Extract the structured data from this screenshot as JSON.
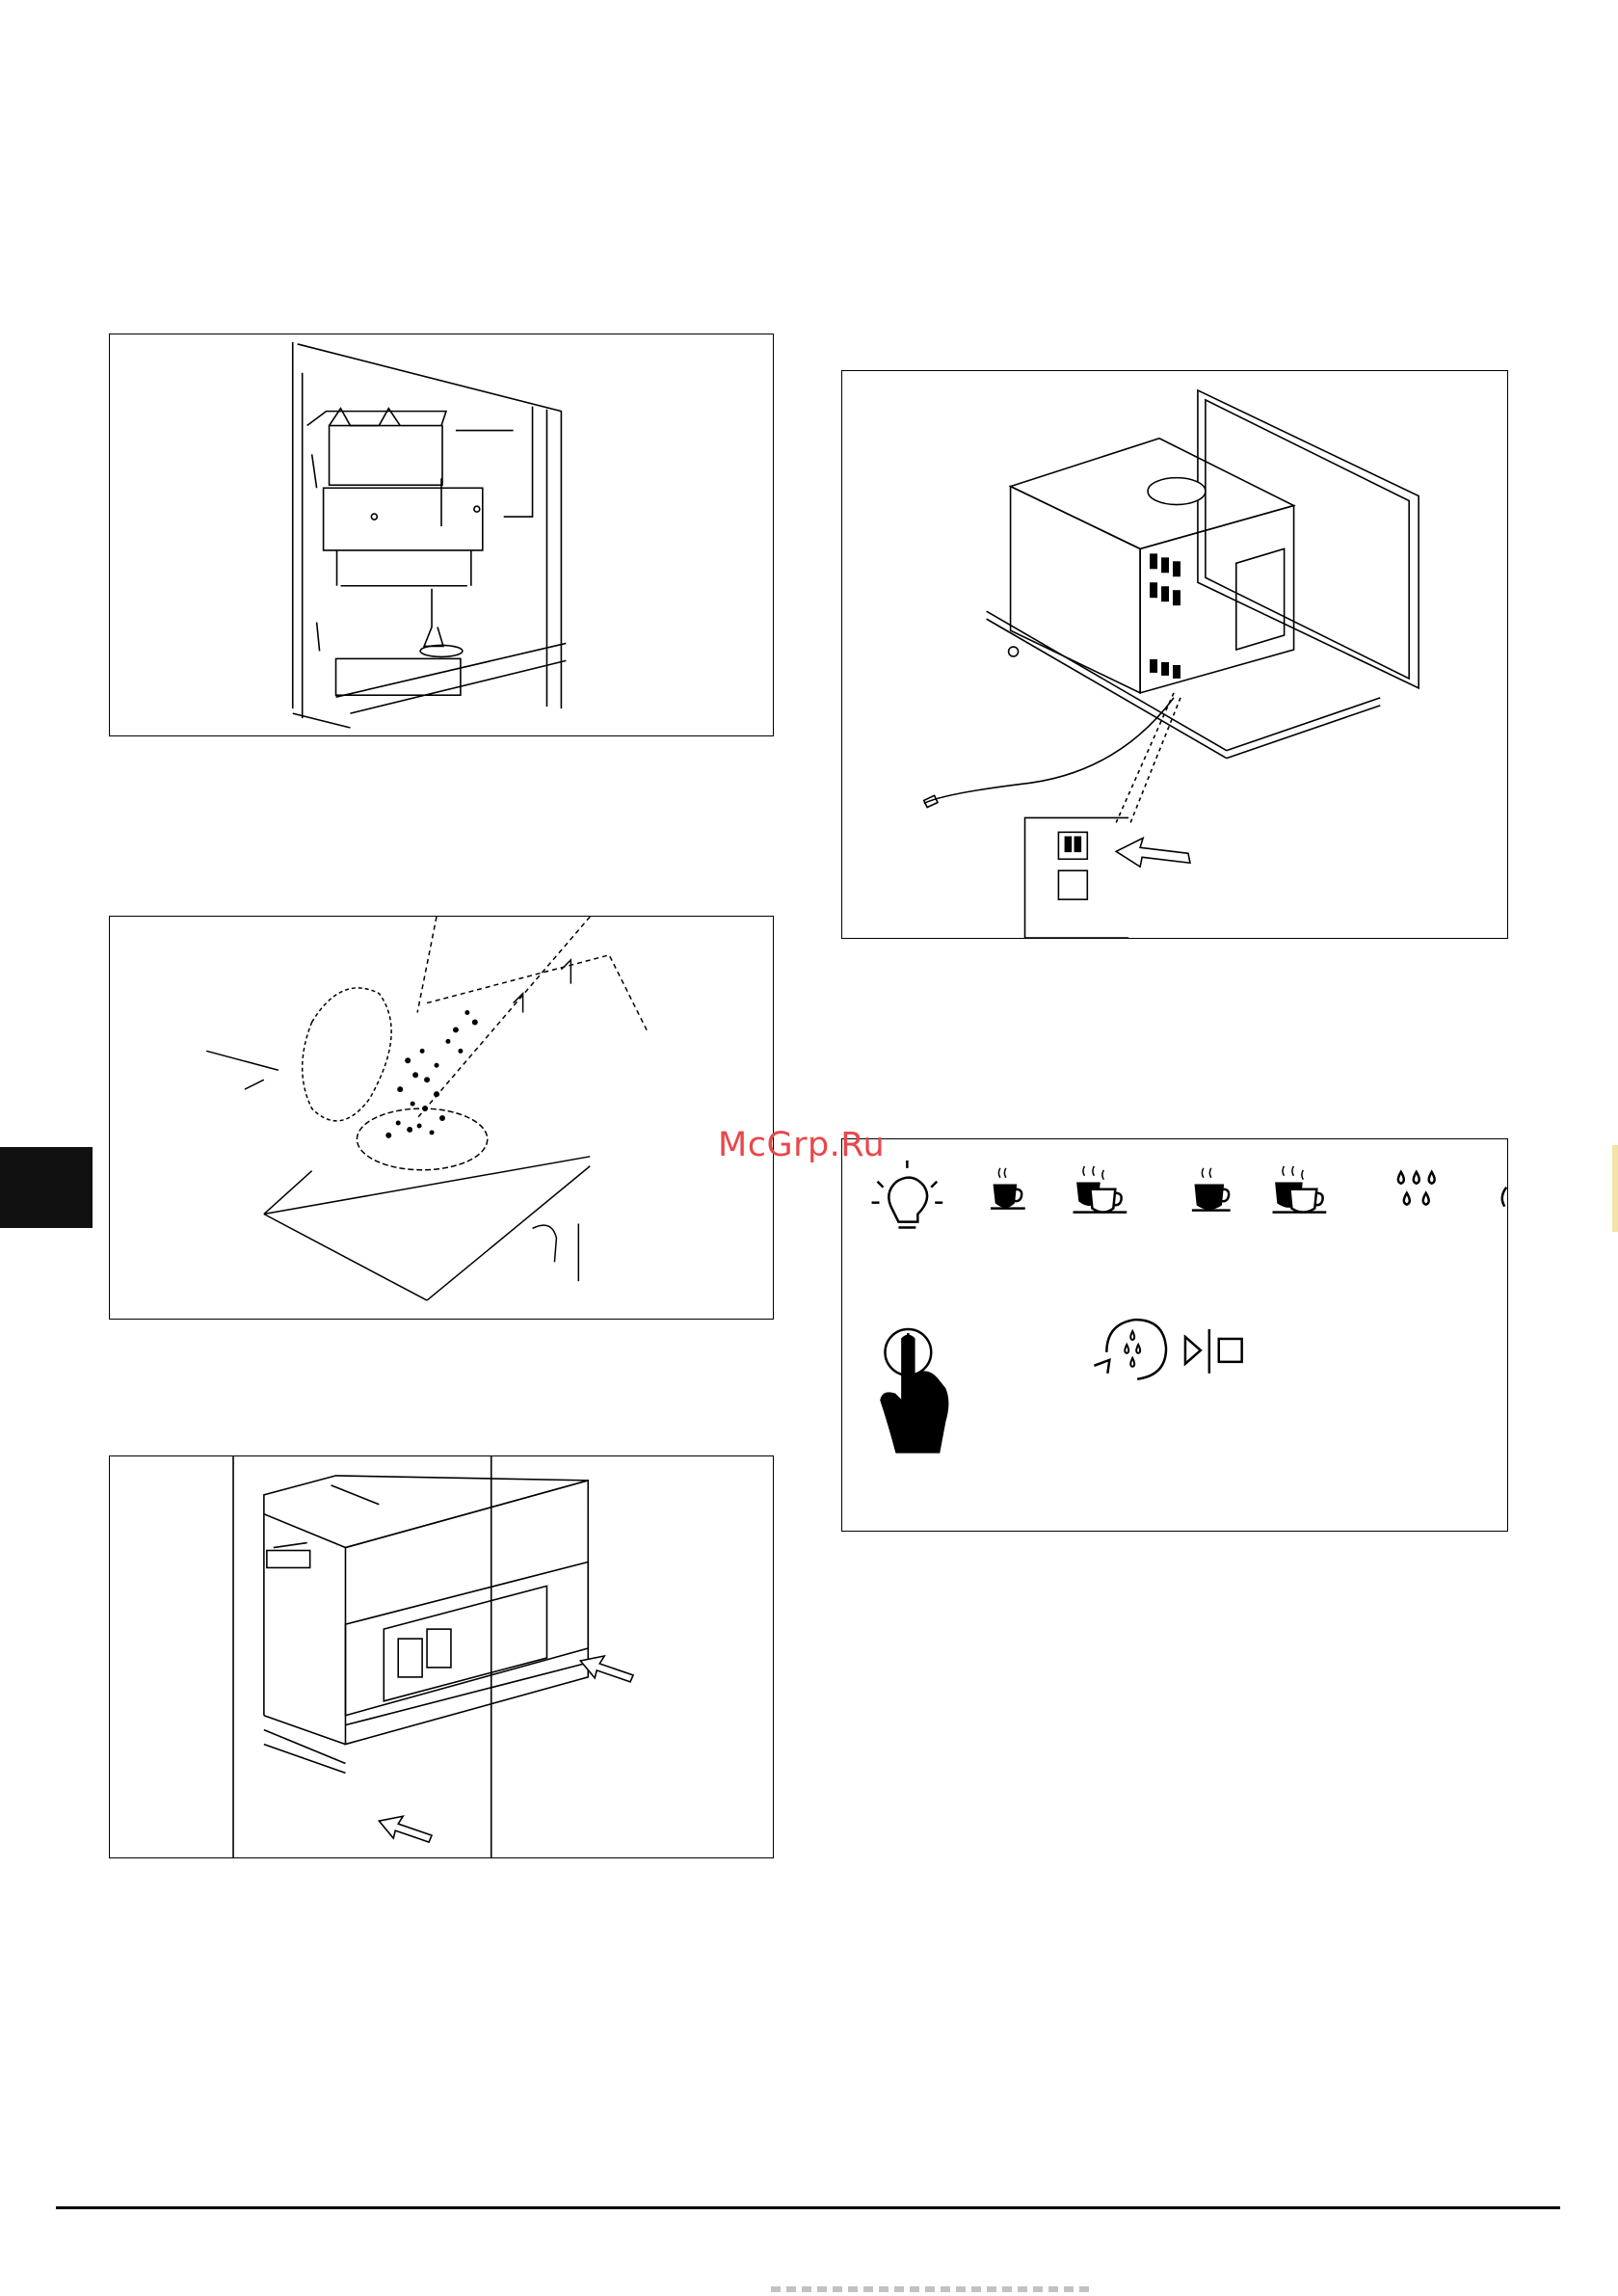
{
  "watermark": {
    "text": "McGrp.Ru",
    "color": "#e8474b"
  },
  "side_tab": {
    "color": "#111111"
  },
  "figures": [
    {
      "id": "fig-a",
      "subject": "machine-inside-cabinet",
      "icon": "coffee-machine-interior"
    },
    {
      "id": "fig-b",
      "subject": "bean-container-filling",
      "icon": "coffee-beans"
    },
    {
      "id": "fig-c",
      "subject": "push-machine-into-niche",
      "icon": "push-arrows"
    },
    {
      "id": "fig-d",
      "subject": "power-cable-and-main-switch",
      "icon": "power-switch"
    },
    {
      "id": "fig-e",
      "subject": "control-panel",
      "icon": "control-panel"
    }
  ],
  "control_panel": {
    "top_row_icons": [
      "light-icon",
      "espresso-cup-icon",
      "double-espresso-icon",
      "coffee-cup-icon",
      "double-coffee-icon",
      "hot-water-icon"
    ],
    "bottom_row_icons": [
      "power-button-icon",
      "rinse-icon",
      "start-stop-icon"
    ]
  }
}
